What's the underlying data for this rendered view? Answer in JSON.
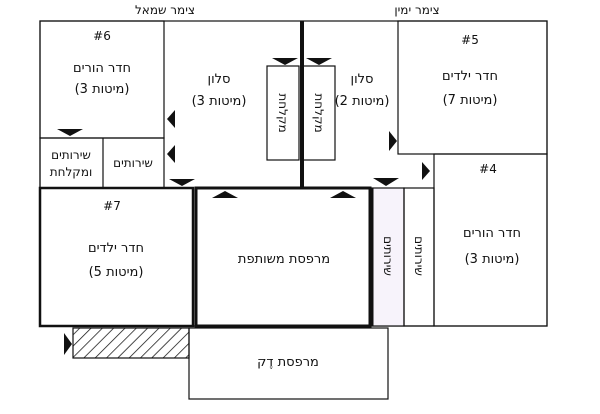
{
  "headers": {
    "left_wing": "צימר שמאל",
    "right_wing": "צימר ימין"
  },
  "rooms": {
    "room6": {
      "number": "#6",
      "name": "חדר הורים",
      "beds": "(3 מיטות)"
    },
    "salon_left": {
      "name": "סלון",
      "beds": "(3 מיטות)"
    },
    "salon_right": {
      "name": "סלון",
      "beds": "(2 מיטות)"
    },
    "room5": {
      "number": "#5",
      "name": "חדר ילדים",
      "beds": "(7 מיטות)"
    },
    "room4": {
      "number": "#4",
      "name": "חדר הורים",
      "beds": "(3 מיטות)"
    },
    "room7": {
      "number": "#7",
      "name": "חדר ילדים",
      "beds": "(5 מיטות)"
    },
    "shower_bath_left": {
      "line1": "שירותים",
      "line2": "ומקלחת"
    },
    "toilet_left": "שירותים",
    "shower_left": "מקלחת",
    "shower_right": "מקלחת",
    "shared_balcony": "מרפסת משותפת",
    "toilet_right_a": "שירותים",
    "toilet_right_b": "שירותים",
    "deck_balcony": "מרפסת דֶק"
  },
  "colors": {
    "line": "#111111",
    "hatch": "#111111",
    "background": "#ffffff",
    "toilet_fill": "#f7f3fb"
  }
}
